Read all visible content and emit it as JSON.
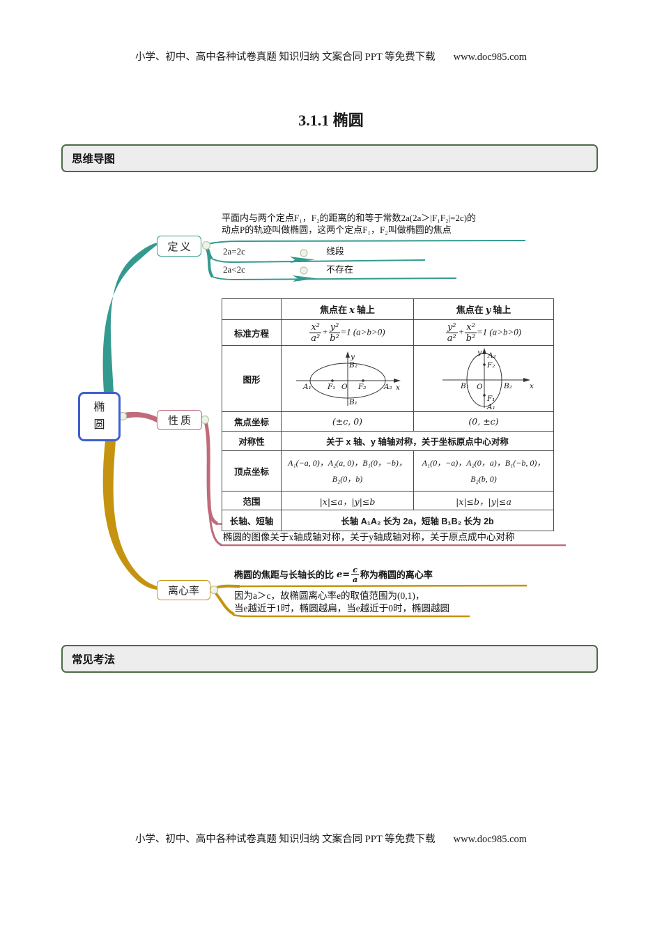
{
  "page": {
    "header_text": "小学、初中、高中各种试卷真题 知识归纳 文案合同 PPT 等免费下载",
    "header_url": "www.doc985.com",
    "title": "3.1.1 椭圆",
    "section_mindmap": "思维导图",
    "section_exam": "常见考法",
    "footer_text": "小学、初中、高中各种试卷真题 知识归纳 文案合同 PPT 等免费下载",
    "footer_url": "www.doc985.com"
  },
  "mindmap": {
    "root_label": "椭\n圆",
    "definition": {
      "label": "定义",
      "desc_line1": "平面内与两个定点F₁，F₂的距离的和等于常数2a(2a＞|F₁F₂|=2c)的",
      "desc_line2": "动点P的轨迹叫做椭圆，这两个定点F₁，F₂叫做椭圆的焦点",
      "case1_condition": "2a=2c",
      "case1_result": "线段",
      "case2_condition": "2a<2c",
      "case2_result": "不存在"
    },
    "properties": {
      "label": "性质",
      "symmetry_note": "椭圆的图像关于x轴成轴对称，关于y轴成轴对称，关于原点成中心对称"
    },
    "eccentricity": {
      "label": "离心率",
      "def_pre": "椭圆的焦距与长轴长的比",
      "def_e": "e=",
      "def_num": "c",
      "def_den": "a",
      "def_post": "称为椭圆的离心率",
      "range_line1": "因为a＞c，故椭圆离心率e的取值范围为(0,1)，",
      "range_line2": "当e越近于1时，椭圆越扁，当e越近于0时，椭圆越圆"
    }
  },
  "table": {
    "hx_pre": "焦点在",
    "hx_var": "x",
    "hx_post": "轴上",
    "hy_pre": "焦点在",
    "hy_var": "y",
    "hy_post": "轴上",
    "r1_label": "标准方程",
    "eq_x": {
      "n1": "x²",
      "d1": "a²",
      "plus": "+",
      "n2": "y²",
      "d2": "b²",
      "rest": "=1 (a>b>0)"
    },
    "eq_y": {
      "n1": "y²",
      "d1": "a²",
      "plus": "+",
      "n2": "x²",
      "d2": "b²",
      "rest": "=1 (a>b>0)"
    },
    "r2_label": "图形",
    "r3_label": "焦点坐标",
    "r3_x": "(±c, 0)",
    "r3_y": "(0, ±c)",
    "r4_label": "对称性",
    "r4_value": "关于 x 轴、y 轴轴对称，关于坐标原点中心对称",
    "r5_label": "顶点坐标",
    "r5_x1": "A₁(−a, 0)，A₂(a, 0)，B₁(0，−b)，",
    "r5_x2": "B₂(0，b)",
    "r5_y1": "A₁(0，−a)，A₂(0，a)，B₁(−b, 0)，",
    "r5_y2": "B₂(b, 0)",
    "r6_label": "范围",
    "r6_x": "|x|≤a，|y|≤b",
    "r6_y": "|x|≤b，|y|≤a",
    "r7_label": "长轴、短轴",
    "r7_value": "长轴 A₁A₂ 长为 2a，短轴 B₁B₂ 长为 2b"
  },
  "figures": {
    "fx": {
      "y": "y",
      "B2": "B₂",
      "A1": "A₁",
      "F1": "F₁",
      "O": "O",
      "F2": "F₂",
      "A2": "A₂",
      "x": "x",
      "B1": "B₁"
    },
    "fy": {
      "y": "y",
      "A2": "A₂",
      "F2": "F₂",
      "B1": "B₁",
      "O": "O",
      "B2": "B₂",
      "x": "x",
      "F1": "F₁",
      "A1": "A₁"
    }
  },
  "colors": {
    "teal": "#349a90",
    "pink": "#c06b7a",
    "gold": "#c5930f",
    "blue": "#3d5ecf",
    "box-border": "#4c6b46",
    "box-bg": "#ededed",
    "dot-fill": "#eef3e8",
    "dot-stroke": "#b9c6ae",
    "table-border": "#4b4b4b"
  }
}
